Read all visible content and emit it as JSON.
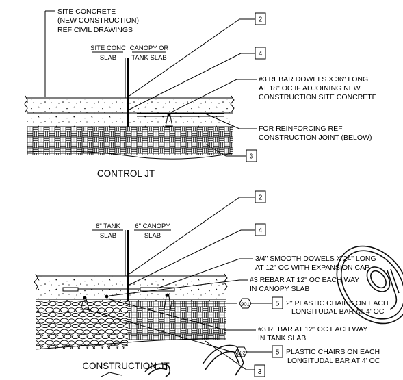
{
  "control": {
    "title": "CONTROL JT",
    "note_site": [
      "SITE CONCRETE",
      "(NEW CONSTRUCTION)",
      "REF CIVIL DRAWINGS"
    ],
    "left_slab": [
      "SITE CONC",
      "SLAB"
    ],
    "right_slab": [
      "CANOPY OR",
      "TANK SLAB"
    ],
    "tag_a": "2",
    "tag_b": "4",
    "tag_c": "3",
    "note_dowels": [
      "#3 REBAR DOWELS X 36\" LONG",
      "AT 18\" OC IF ADJOINING NEW",
      "CONSTRUCTION SITE CONCRETE"
    ],
    "note_reinf": [
      "FOR REINFORCING REF",
      "CONSTRUCTION JOINT (BELOW)"
    ]
  },
  "construction": {
    "title": "CONSTRUCTION JT",
    "left_slab": [
      "8\" TANK",
      "SLAB"
    ],
    "right_slab": [
      "6\" CANOPY",
      "SLAB"
    ],
    "tag_a": "2",
    "tag_b": "4",
    "tag_c": "3",
    "note_dowels": [
      "3/4\" SMOOTH DOWELS X 24\" LONG",
      "AT 12\" OC WITH EXPANSION CAP"
    ],
    "note_canopy": [
      "#3 REBAR AT 12\" OC EACH WAY",
      "IN CANOPY SLAB"
    ],
    "hex_1": "901",
    "box_1": "5",
    "note_chairs_1": [
      "2\" PLASTIC CHAIRS  ON EACH",
      "LONGITUDAL BAR AT 4' OC"
    ],
    "note_tank": [
      "#3 REBAR AT 12\" OC EACH WAY",
      "IN TANK SLAB"
    ],
    "hex_2": "902",
    "box_2": "5",
    "note_chairs_2": [
      "PLASTIC CHAIRS  ON EACH",
      "LONGITUDAL BAR AT 4' OC"
    ]
  }
}
